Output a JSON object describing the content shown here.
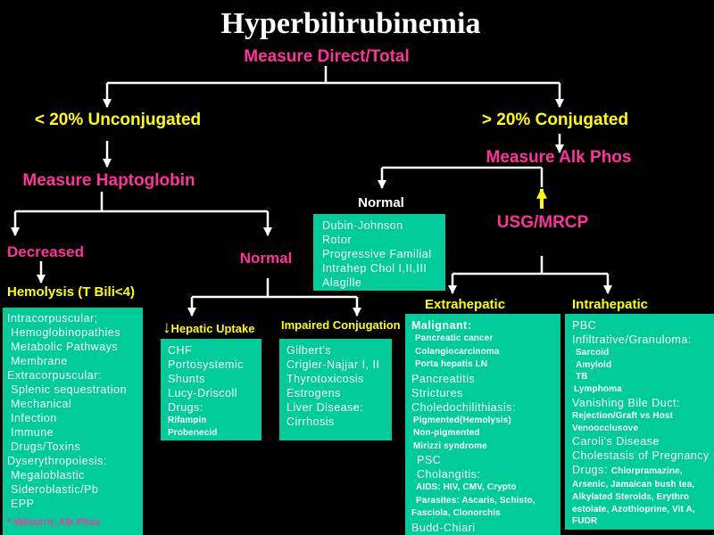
{
  "title": "Hyperbilirubinemia",
  "steps": {
    "measure_direct_total": "Measure Direct/Total",
    "unconjugated": "< 20% Unconjugated",
    "conjugated": "> 20% Conjugated",
    "measure_haptoglobin": "Measure Haptoglobin",
    "measure_alk_phos": "Measure Alk Phos",
    "alk_phos_normal": "Normal",
    "usg_mrcp": "USG/MRCP",
    "decreased": "Decreased",
    "haptoglobin_normal": "Normal",
    "hemolysis": "Hemolysis (T Bili<4)",
    "hepatic_uptake_arrow": "↓",
    "hepatic_uptake": "Hepatic Uptake",
    "impaired_conjugation": "Impaired Conjugation",
    "extrahepatic": "Extrahepatic",
    "intrahepatic": "Intrahepatic"
  },
  "boxes": {
    "hemolysis_causes": {
      "lines": [
        "Intracorpuscular;",
        "Hemoglobinopathies",
        "Metabolic Pathways",
        "Membrane",
        "Extracorpuscular:",
        "Splenic sequestration",
        "Mechanical",
        "Infection",
        "Immune",
        "Drugs/Toxins",
        "Dyserythropoiesis:",
        "Megaloblastic",
        "Sideroblastic/Pb",
        "EPP"
      ],
      "note": "* Wilson's↓Alk Phos"
    },
    "alk_phos_normal": {
      "lines": [
        "Dubin-Johnson",
        "Rotor",
        "Progressive Familial",
        "Intrahep Chol I,II,III",
        "Alagille"
      ]
    },
    "hepatic_uptake": {
      "lines": [
        "CHF",
        "Portosystemic",
        "Shunts",
        "Lucy-Driscoll",
        "Drugs:",
        "Rifampin",
        "Probenecid"
      ]
    },
    "impaired_conjugation": {
      "lines": [
        "Gilbert's",
        "Crigler-Najjar I, II",
        "Thyrotoxicosis",
        "Estrogens",
        "Liver Disease:",
        "Cirrhosis"
      ]
    },
    "extrahepatic": {
      "lines": [
        "Malignant:",
        "Pancreatic cancer",
        "Colangiocarcinoma",
        "Porta hepatis LN",
        "Pancreatitis",
        "Strictures",
        "Choledochilithiasis:",
        "Pigmented(Hemolysis)",
        "Non-pigmented",
        "Mirizzi syndrome",
        "PSC",
        "Cholangitis:",
        "AIDS: HIV, CMV, Crypto",
        "Parasites: Ascaris, Schisto,",
        "Fasciola, Clonorchis",
        "Budd-Chiari"
      ]
    },
    "intrahepatic": {
      "lines": [
        "PBC",
        "Infiltrative/Granuloma:",
        "Sarcoid",
        "Amyloid",
        "TB",
        "Lymphoma",
        "Vanishing Bile Duct:",
        "Rejection/Graft vs Host",
        "Venoocclusove",
        "Caroli's Disease",
        "Cholestasis of Pregnancy",
        "Drugs:",
        "Chlorpramazine,",
        "Arsenic, Jamaican bush tea,",
        "Alkylated Steroids, Erythro",
        "estolate, Azothioprine, Vit A,",
        "FUDR"
      ]
    }
  },
  "colors": {
    "background": "#000000",
    "box": "#00cc99",
    "heading": "#ff3399",
    "branch": "#ffff00",
    "text": "#ffffff"
  }
}
